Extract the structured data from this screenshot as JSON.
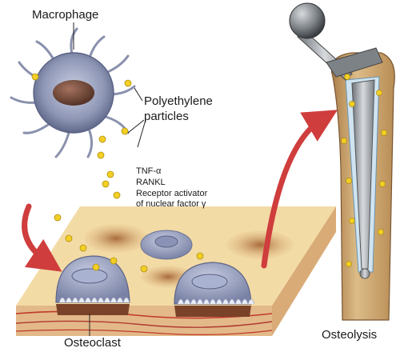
{
  "labels": {
    "macrophage": "Macrophage",
    "polyethylene_line1": "Polyethylene",
    "polyethylene_line2": "particles",
    "cytokines": [
      "TNF-α",
      "RANKL",
      "Receptor activator",
      "of nuclear factor γ"
    ],
    "osteoclast": "Osteoclast",
    "osteolysis": "Osteolysis"
  },
  "colors": {
    "particle": "#f2cf24",
    "arrow": "#cf3d3d",
    "tissue": "#f4deaa",
    "bone": "#c9a06c",
    "cell": "#9aa3c2",
    "nucleus": "#6f4838",
    "stem_metal": "#8b9095"
  }
}
